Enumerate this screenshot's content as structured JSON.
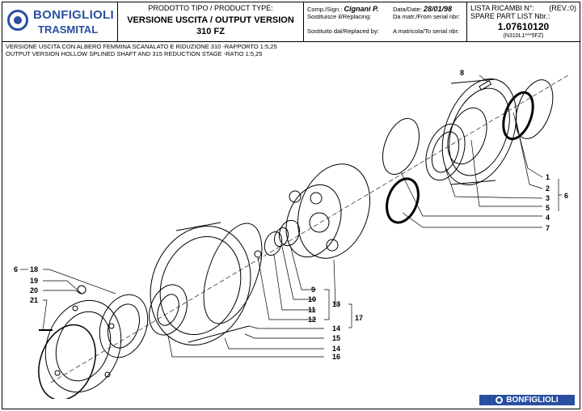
{
  "logo": {
    "line1": "BONFIGLIOLI",
    "line2": "TRASMITAL"
  },
  "product": {
    "type_label": "PRODOTTO TIPO / PRODUCT TYPE:",
    "version": "VERSIONE USCITA / OUTPUT VERSION",
    "model": "310 FZ"
  },
  "comp": {
    "sign_label": "Comp./Sign.:",
    "sign_value": "Cignani P.",
    "date_label": "Data/Date:",
    "date_value": "28/01/98",
    "replacing_label": "Sostituisce il/Replacing:",
    "from_serial_label": "Da matr./From serial nbr:",
    "replaced_by_label": "Sostituito dal/Replaced by:",
    "to_serial_label": "A matricola/To serial nbr:"
  },
  "spare": {
    "list_label": "LISTA RICAMBI N°:",
    "rev": "(REV.:0)",
    "list_label_en": "SPARE PART LIST Nbr.:",
    "code": "1.07610120",
    "subcode": "(N310L1***5FZ)"
  },
  "description": {
    "it": "VERSIONE USCITA CON ALBERO FEMMINA SCANALATO E RIDUZIONE 310 -RAPPORTO 1:5,25",
    "en": "OUTPUT VERSION HOLLOW SPLINED SHAFT AND 315 REDUCTION STAGE -RATIO 1:5,25"
  },
  "callouts": {
    "c1": "1",
    "c2": "2",
    "c3": "3",
    "c4": "4",
    "c5": "5",
    "c6": "6",
    "c7": "7",
    "c8": "8",
    "c9": "9",
    "c10": "10",
    "c11": "11",
    "c12": "12",
    "c13": "13",
    "c14a": "14",
    "c14b": "14",
    "c15": "15",
    "c16": "16",
    "c17": "17",
    "c18": "18",
    "c19": "19",
    "c20": "20",
    "c21": "21",
    "c6left": "6"
  },
  "footer": {
    "brand": "BONFIGLIOLI"
  },
  "colors": {
    "brand": "#2a4fa0"
  }
}
